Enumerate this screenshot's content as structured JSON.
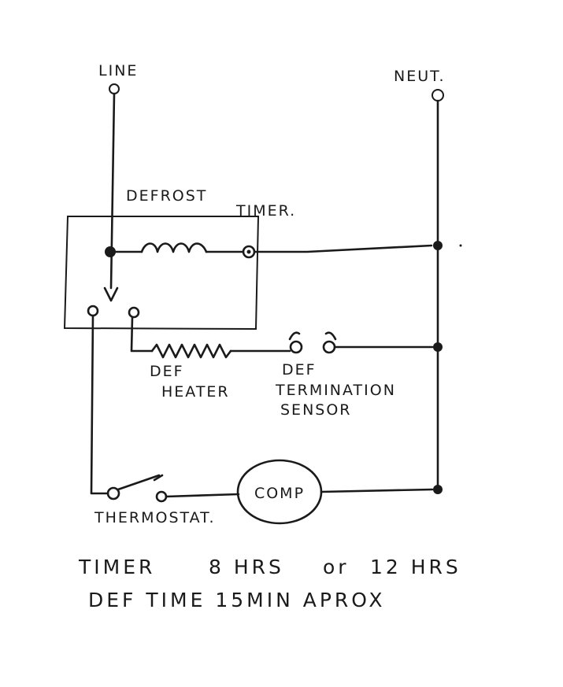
{
  "terminals": {
    "line": "LINE",
    "neutral": "NEUT."
  },
  "components": {
    "defrost_timer_1": "DEFROST",
    "defrost_timer_2": "TIMER.",
    "def_heater_1": "DEF",
    "def_heater_2": "HEATER",
    "termination_sensor_1": "DEF",
    "termination_sensor_2": "TERMINATION",
    "termination_sensor_3": "SENSOR",
    "compressor": "COMP",
    "thermostat": "THERMOSTAT."
  },
  "notes": {
    "line1_part1": "TIMER",
    "line1_part2": "8 HRS",
    "line1_part3": "or",
    "line1_part4": "12 HRS",
    "line2": "DEF  TIME  15MIN  APROX"
  },
  "colors": {
    "ink": "#1a1a1a",
    "paper": "#ffffff"
  }
}
